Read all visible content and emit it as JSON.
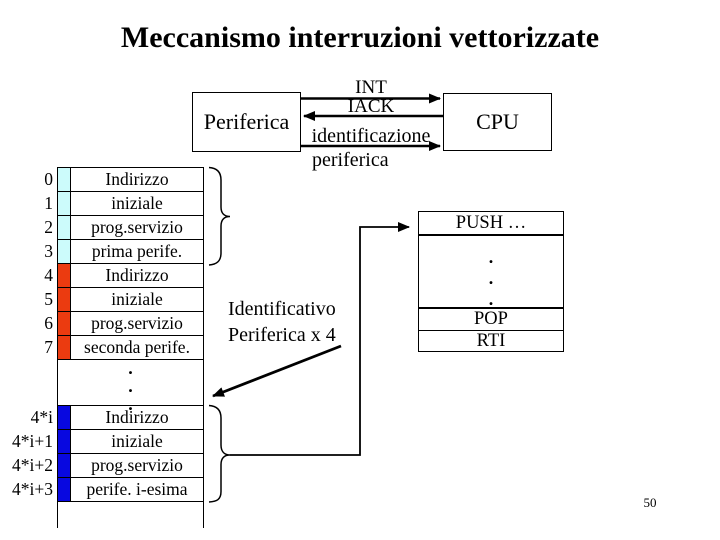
{
  "title": "Meccanismo interruzioni vettorizzate",
  "page_number": "50",
  "colors": {
    "periph1": "#CCFBFB",
    "periph2": "#EB3B10",
    "periphN": "#0808E0"
  },
  "devices": {
    "periferica": "Periferica",
    "cpu": "CPU"
  },
  "signals": {
    "int": "INT",
    "iack": "IACK",
    "ident_line1": "identificazione",
    "ident_line2": "periferica"
  },
  "memory": {
    "rows": [
      {
        "addr": "0",
        "text": "Indirizzo"
      },
      {
        "addr": "1",
        "text": "iniziale"
      },
      {
        "addr": "2",
        "text": "prog.servizio"
      },
      {
        "addr": "3",
        "text": "prima perife."
      },
      {
        "addr": "4",
        "text": "Indirizzo"
      },
      {
        "addr": "5",
        "text": "iniziale"
      },
      {
        "addr": "6",
        "text": "prog.servizio"
      },
      {
        "addr": "7",
        "text": "seconda perife."
      },
      {
        "addr": "4*i",
        "text": "Indirizzo"
      },
      {
        "addr": "4*i+1",
        "text": "iniziale"
      },
      {
        "addr": "4*i+2",
        "text": "prog.servizio"
      },
      {
        "addr": "4*i+3",
        "text": "perife. i-esima"
      }
    ],
    "dots": ".\n.\n."
  },
  "annotation": {
    "line1": "Identificativo",
    "line2": "Periferica x 4"
  },
  "stack": {
    "push": "PUSH …",
    "dots": ".\n.\n.",
    "pop": "POP",
    "rti": "RTI"
  }
}
